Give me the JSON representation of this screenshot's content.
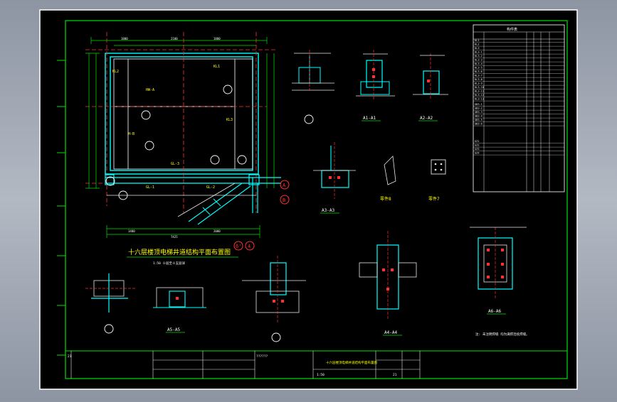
{
  "drawing": {
    "main_title": "十六层楼顶电梯井道结构平面布置图",
    "main_subtitle": "1:50 十层至十五层详",
    "detail_labels": [
      "A1-A1",
      "A2-A2",
      "A3-A3",
      "A4-A4",
      "A5-A5",
      "A6-A6"
    ],
    "grid_bubbles": [
      "A",
      "B",
      "4",
      "6'"
    ],
    "part_labels": [
      "零件8",
      "零件7"
    ],
    "note": "注: 未注明焊缝 均为满焊连续焊缝。",
    "schedule": {
      "header": "构件表",
      "rows": [
        "KL1",
        "KL2",
        "KL3",
        "KL3-1",
        "KL3-2",
        "KL3-3",
        "KL3-4",
        "KL3-5",
        "KL3-6",
        "KL3-7",
        "KL3-8",
        "KL3-9",
        "KL3-10",
        "KL3-11",
        "KL3-12",
        "KL3-13"
      ],
      "rows2": [
        "GB3-1",
        "GB3-2",
        "GB3-3",
        "GB3-4",
        "GB3-5",
        "GB3-6"
      ],
      "rows3": [
        "GZ1",
        "GZ2",
        "GZ3",
        "GZ4"
      ]
    },
    "title_block": {
      "project": "??????",
      "drawing_name": "十六层楼顶电梯井道结构平面布置图",
      "sheet": "21",
      "scale": "1:50"
    }
  }
}
